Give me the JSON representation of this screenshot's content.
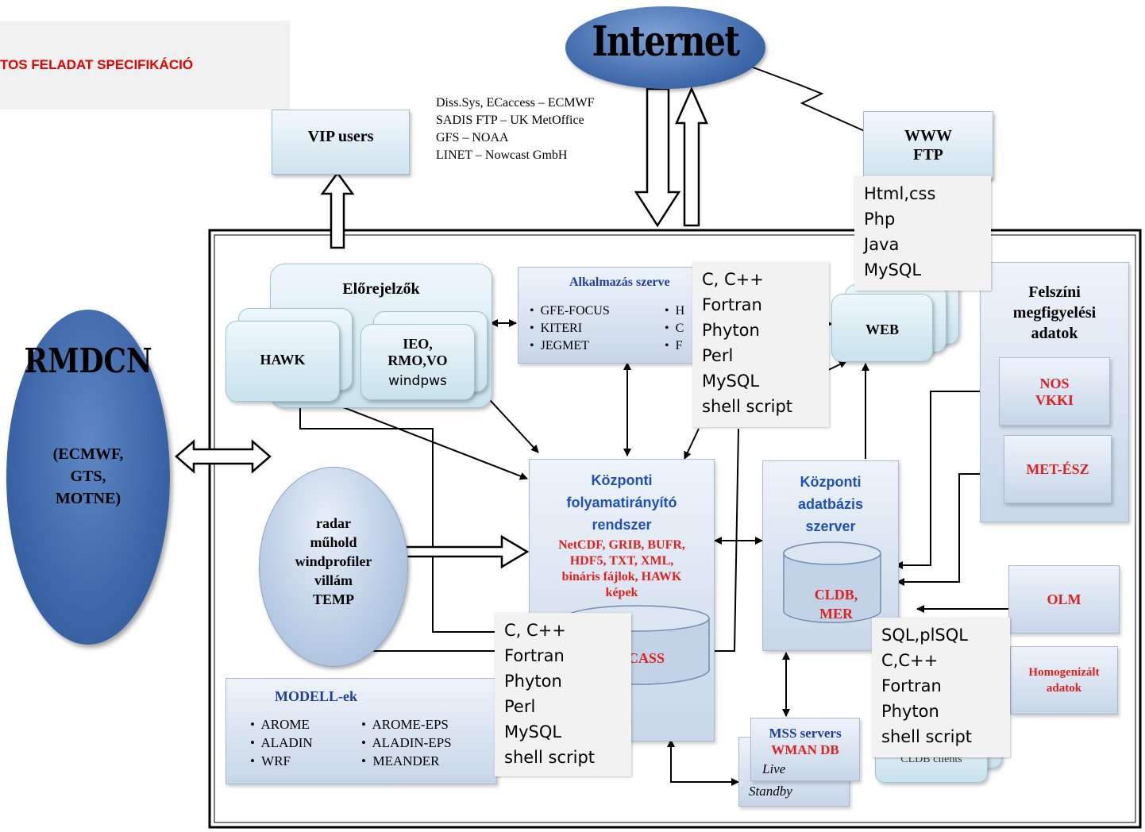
{
  "header_banner": {
    "text": "TOS FELADAT SPECIFIKÁCIÓ"
  },
  "internet": {
    "label": "Internet"
  },
  "rmdcn": {
    "title": "RMDCN",
    "sub": [
      "(ECMWF,",
      "GTS,",
      "MOTNE)"
    ]
  },
  "vip_users": {
    "label": "VIP users"
  },
  "internet_sources": [
    "Diss.Sys, ECaccess – ECMWF",
    "SADIS FTP – UK MetOffice",
    "GFS – NOAA",
    "LINET – Nowcast GmbH"
  ],
  "www_ftp": {
    "line1": "WWW",
    "line2": "FTP"
  },
  "web_callout": [
    "Html,css",
    "Php",
    "Java",
    "MySQL"
  ],
  "web": {
    "label": "WEB"
  },
  "elorejelzok": {
    "title": "Előrejelzők",
    "hawk": "HAWK",
    "ieo_lines": [
      "IEO,",
      "RMO,VO"
    ],
    "windows": "windpws"
  },
  "alkalmazas": {
    "title": "Alkalmazás szerve",
    "col1": [
      "GFE-FOCUS",
      "KITERI",
      "JEGMET"
    ],
    "col2": [
      "H",
      "C",
      "F"
    ]
  },
  "app_callout": [
    "C, C++",
    "Fortran",
    "Phyton",
    "Perl",
    "MySQL",
    "shell script"
  ],
  "felszini": {
    "title_lines": [
      "Felszíni",
      "megfigyelési",
      "adatok"
    ],
    "nos": [
      "NOS",
      "VKKI"
    ],
    "met": "MET-ÉSZ"
  },
  "kozponti_folyamat": {
    "title_lines": [
      "Központi",
      "folyamatirányító",
      "rendszer"
    ],
    "formats": [
      "NetCDF, GRIB, BUFR,",
      "HDF5, TXT, XML,",
      "bináris fájlok,  HAWK",
      "képek"
    ],
    "db": "CASS"
  },
  "kozponti_adatbazis": {
    "title_lines": [
      "Központi",
      "adatbázis",
      "szerver"
    ],
    "db_lines": [
      "CLDB,",
      "MER"
    ]
  },
  "radar": {
    "lines": [
      "radar",
      "műhold",
      "windprofiler",
      "villám",
      "TEMP"
    ]
  },
  "bottom_callout": [
    "C, C++",
    "Fortran",
    "Phyton",
    "Perl",
    "MySQL",
    "shell script"
  ],
  "db_callout": [
    "SQL,plSQL",
    "C,C++",
    "Fortran",
    "Phyton",
    "shell script"
  ],
  "olm": {
    "label": "OLM"
  },
  "homogenizalt": {
    "lines": [
      "Homogenizált",
      "adatok"
    ]
  },
  "cldb_clients": {
    "label": "CLDB clients"
  },
  "modellek": {
    "title": "MODELL-ek",
    "col1": [
      "AROME",
      "ALADIN",
      "WRF"
    ],
    "col2": [
      "AROME-EPS",
      "ALADIN-EPS",
      "MEANDER"
    ]
  },
  "mss": {
    "line1": "MSS servers",
    "line2": "WMAN DB",
    "live": "Live",
    "standby": "Standby"
  }
}
